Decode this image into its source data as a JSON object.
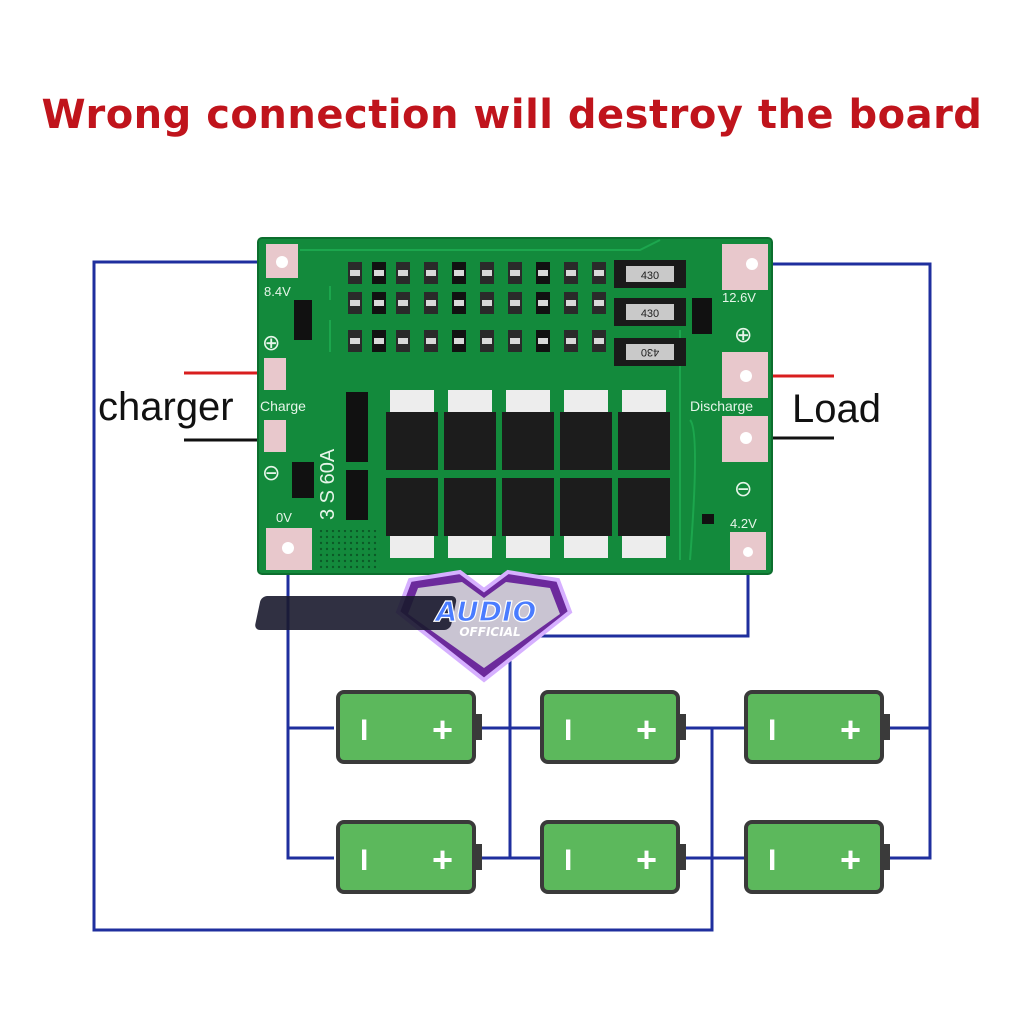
{
  "title": "Wrong connection will destroy the board",
  "board": {
    "labels": {
      "top_left_voltage": "8.4V",
      "top_right_voltage": "12.6V",
      "bottom_left_voltage": "0V",
      "bottom_right_voltage": "4.2V",
      "charge": "Charge",
      "discharge": "Discharge",
      "model": "3 S 60A"
    },
    "resistors": [
      "430",
      "430",
      "430"
    ],
    "plus_symbol": "⊕",
    "minus_symbol": "⊖"
  },
  "side_labels": {
    "charger": "charger",
    "load": "Load"
  },
  "battery": {
    "minus": "I",
    "plus": "+"
  },
  "watermark": {
    "line1": "AUDIO",
    "line2": "OFFICIAL"
  },
  "colors": {
    "title": "#c0141c",
    "wire": "#1f2f9e",
    "positive_lead": "#d81e1e",
    "negative_lead": "#111111",
    "board": "#138a3c",
    "battery_body": "#5cb85c",
    "battery_outline": "#3a3a3a"
  }
}
